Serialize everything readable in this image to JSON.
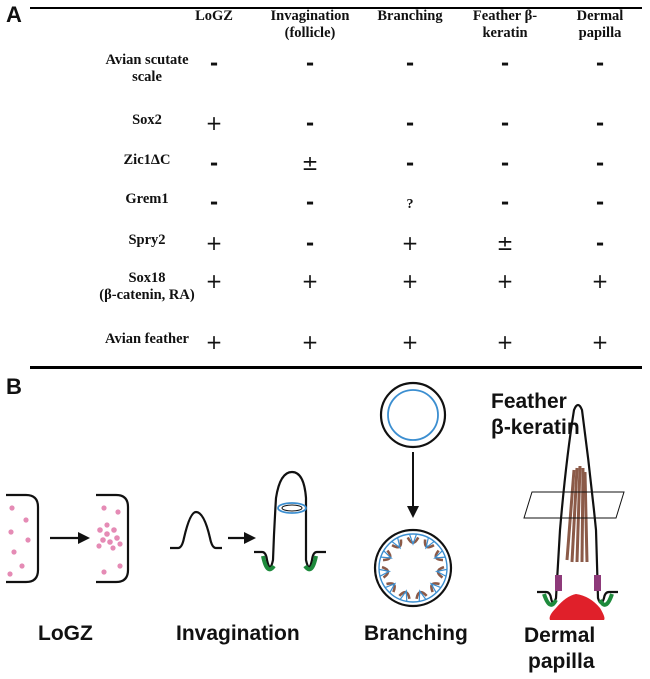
{
  "panel_a": {
    "letter": "A",
    "columns": [
      "LoGZ",
      "Invagination (follicle)",
      "Branching",
      "Feather β-keratin",
      "Dermal papilla"
    ],
    "column_lines": [
      [
        "LoGZ"
      ],
      [
        "Invagination",
        "(follicle)"
      ],
      [
        "Branching"
      ],
      [
        "Feather β-",
        "keratin"
      ],
      [
        "Dermal",
        "papilla"
      ]
    ],
    "rows": [
      {
        "label_lines": [
          "Avian scutate",
          "scale"
        ],
        "cells": [
          "-",
          "-",
          "-",
          "-",
          "-"
        ]
      },
      {
        "label_lines": [
          "Sox2"
        ],
        "cells": [
          "+",
          "-",
          "-",
          "-",
          "-"
        ]
      },
      {
        "label_lines": [
          "Zic1ΔC"
        ],
        "cells": [
          "-",
          "±",
          "-",
          "-",
          "-"
        ]
      },
      {
        "label_lines": [
          "Grem1"
        ],
        "cells": [
          "-",
          "-",
          "?",
          "-",
          "-"
        ]
      },
      {
        "label_lines": [
          "Spry2"
        ],
        "cells": [
          "+",
          "-",
          "+",
          "±",
          "-"
        ]
      },
      {
        "label_lines": [
          "Sox18",
          "(β-catenin, RA)"
        ],
        "cells": [
          "+",
          "+",
          "+",
          "+",
          "+"
        ]
      },
      {
        "label_lines": [
          "Avian feather"
        ],
        "cells": [
          "+",
          "+",
          "+",
          "+",
          "+"
        ]
      }
    ]
  },
  "panel_b": {
    "letter": "B",
    "labels": {
      "logz": "LoGZ",
      "invagination": "Invagination",
      "branching": "Branching",
      "keratin_line1": "Feather",
      "keratin_line2": "β-keratin",
      "papilla_line1": "Dermal",
      "papilla_line2": "papilla"
    },
    "colors": {
      "logz": "#e58bb5",
      "invagination": "#1e8a3c",
      "branching": "#3b8ed0",
      "keratin": "#8b5a48",
      "papilla": "#e0202a",
      "collar": "#8e3a7a"
    }
  }
}
